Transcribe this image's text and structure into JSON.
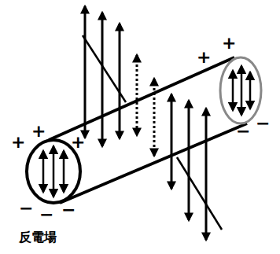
{
  "diagram": {
    "labels": [
      "+",
      "+",
      "+",
      "−",
      "−",
      "−",
      "+",
      "+",
      "−",
      "−",
      "反電場"
    ]
  }
}
